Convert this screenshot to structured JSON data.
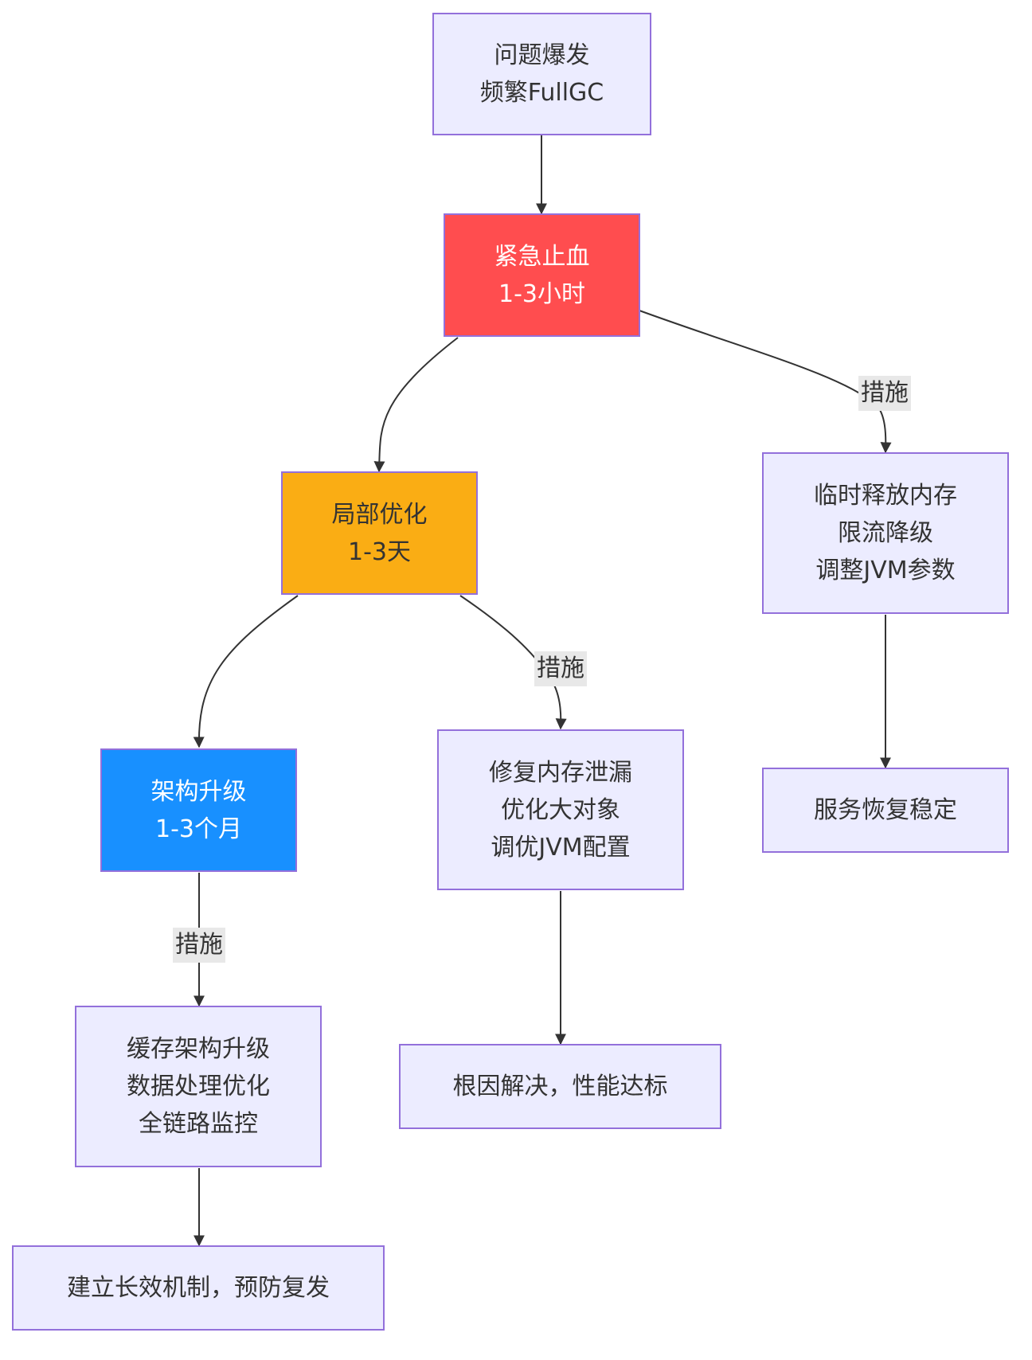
{
  "nodes": {
    "problem": {
      "label": "问题爆发\n频繁FullGC",
      "fill": "#ECECFF",
      "text_color": "#333333"
    },
    "emergency": {
      "label": "紧急止血\n1-3小时",
      "fill": "#FF4D4F",
      "text_color": "#ffffff"
    },
    "local": {
      "label": "局部优化\n1-3天",
      "fill": "#FAAD14",
      "text_color": "#333333"
    },
    "arch": {
      "label": "架构升级\n1-3个月",
      "fill": "#1890FF",
      "text_color": "#ffffff"
    },
    "emergency_actions": {
      "label": "临时释放内存\n限流降级\n调整JVM参数",
      "fill": "#ECECFF",
      "text_color": "#333333"
    },
    "service_stable": {
      "label": "服务恢复稳定",
      "fill": "#ECECFF",
      "text_color": "#333333"
    },
    "local_actions": {
      "label": "修复内存泄漏\n优化大对象\n调优JVM配置",
      "fill": "#ECECFF",
      "text_color": "#333333"
    },
    "root_cause": {
      "label": "根因解决，性能达标",
      "fill": "#ECECFF",
      "text_color": "#333333"
    },
    "arch_actions": {
      "label": "缓存架构升级\n数据处理优化\n全链路监控",
      "fill": "#ECECFF",
      "text_color": "#333333"
    },
    "long_term": {
      "label": "建立长效机制，预防复发",
      "fill": "#ECECFF",
      "text_color": "#333333"
    }
  },
  "edge_labels": {
    "emergency_measures": "措施",
    "local_measures": "措施",
    "arch_measures": "措施"
  },
  "colors": {
    "node_border": "#9370DB",
    "edge": "#333333",
    "edge_label_bg": "#e8e8e8"
  }
}
